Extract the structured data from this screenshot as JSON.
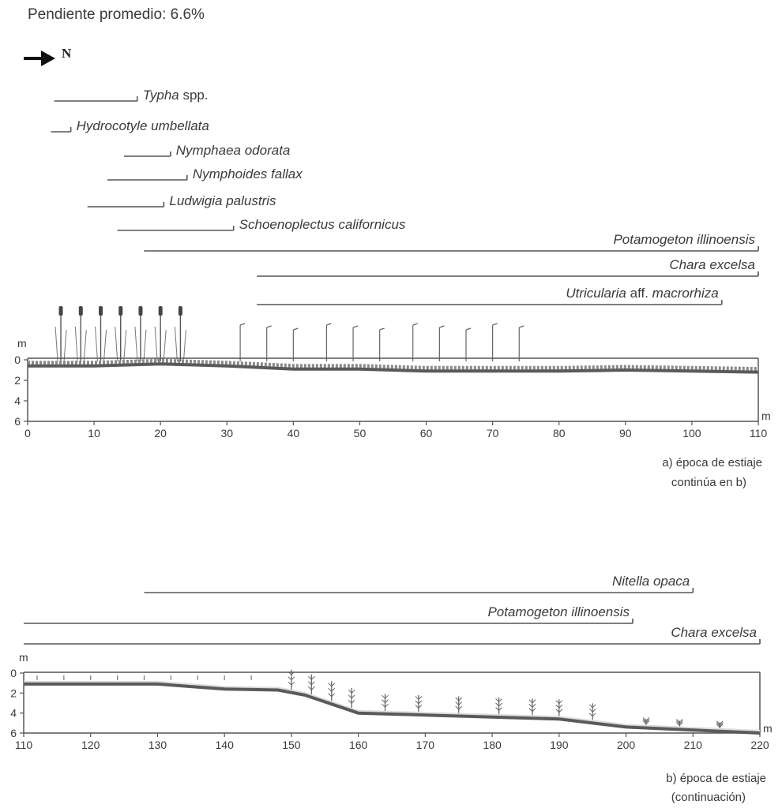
{
  "title": "Pendiente promedio: 6.6%",
  "north_label": "N",
  "north_arrow_icon": "arrow-right-icon",
  "unit": "m",
  "colors": {
    "ink": "#3a3a3a",
    "line": "#555555",
    "bed": "#5a5a5a",
    "water": "#8a8a8a"
  },
  "panel_a": {
    "caption_line1": "a) época de estiaje",
    "caption_line2": "continúa en b)",
    "x_ticks": [
      "0",
      "10",
      "20",
      "30",
      "40",
      "50",
      "60",
      "70",
      "80",
      "90",
      "100",
      "110"
    ],
    "y_ticks": [
      "0",
      "2",
      "4",
      "6"
    ],
    "x_range": [
      0,
      110
    ],
    "y_range": [
      0,
      6
    ],
    "species": [
      {
        "parts": [
          {
            "text": "Typha",
            "italic": true
          },
          {
            "text": " spp.",
            "italic": false
          }
        ],
        "start": 4,
        "end": 16.5
      },
      {
        "parts": [
          {
            "text": "Hydrocotyle umbellata",
            "italic": true
          }
        ],
        "start": 3.5,
        "end": 6.5
      },
      {
        "parts": [
          {
            "text": "Nymphaea odorata",
            "italic": true
          }
        ],
        "start": 14.5,
        "end": 21.5
      },
      {
        "parts": [
          {
            "text": "Nymphoides fallax",
            "italic": true
          }
        ],
        "start": 12,
        "end": 24
      },
      {
        "parts": [
          {
            "text": "Ludwigia palustris",
            "italic": true
          }
        ],
        "start": 9,
        "end": 20.5
      },
      {
        "parts": [
          {
            "text": "Schoenoplectus californicus",
            "italic": true
          }
        ],
        "start": 13.5,
        "end": 31
      },
      {
        "parts": [
          {
            "text": "Potamogeton illinoensis",
            "italic": true
          }
        ],
        "start": 17.5,
        "end": 110
      },
      {
        "parts": [
          {
            "text": "Chara excelsa",
            "italic": true
          }
        ],
        "start": 34.5,
        "end": 110
      },
      {
        "parts": [
          {
            "text": "Utricularia",
            "italic": true
          },
          {
            "text": " aff. ",
            "italic": false
          },
          {
            "text": "macrorhiza",
            "italic": true
          }
        ],
        "start": 34.5,
        "end": 104.5
      }
    ],
    "profile": [
      [
        0,
        0.6
      ],
      [
        10,
        0.6
      ],
      [
        20,
        0.4
      ],
      [
        30,
        0.6
      ],
      [
        40,
        0.9
      ],
      [
        50,
        0.9
      ],
      [
        60,
        1.1
      ],
      [
        70,
        1.1
      ],
      [
        80,
        1.1
      ],
      [
        90,
        1.0
      ],
      [
        100,
        1.1
      ],
      [
        110,
        1.2
      ]
    ]
  },
  "panel_b": {
    "caption_line1": "b) época de estiaje",
    "caption_line2": "(continuación)",
    "x_ticks": [
      "110",
      "120",
      "130",
      "140",
      "150",
      "160",
      "170",
      "180",
      "190",
      "200",
      "210",
      "220"
    ],
    "y_ticks": [
      "0",
      "2",
      "4",
      "6"
    ],
    "x_range": [
      110,
      220
    ],
    "y_range": [
      0,
      6
    ],
    "species": [
      {
        "parts": [
          {
            "text": "Nitella opaca",
            "italic": true
          }
        ],
        "start": 128,
        "end": 210
      },
      {
        "parts": [
          {
            "text": "Potamogeton illinoensis",
            "italic": true
          }
        ],
        "start": 110,
        "end": 201
      },
      {
        "parts": [
          {
            "text": "Chara excelsa",
            "italic": true
          }
        ],
        "start": 110,
        "end": 220
      }
    ],
    "profile": [
      [
        110,
        1.1
      ],
      [
        120,
        1.1
      ],
      [
        130,
        1.1
      ],
      [
        140,
        1.6
      ],
      [
        148,
        1.7
      ],
      [
        152,
        2.2
      ],
      [
        160,
        4.0
      ],
      [
        170,
        4.2
      ],
      [
        180,
        4.4
      ],
      [
        190,
        4.6
      ],
      [
        200,
        5.4
      ],
      [
        210,
        5.7
      ],
      [
        220,
        6.0
      ]
    ]
  }
}
